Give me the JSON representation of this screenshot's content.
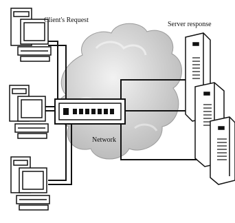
{
  "labels": {
    "client_request": "Client's Request",
    "server_response": "Server response",
    "network": "Network"
  },
  "colors": {
    "line": "#111111",
    "cloud_fill": "#cfcfcf",
    "cloud_highlight": "#ededed",
    "device_fill": "#ffffff",
    "background": "#ffffff"
  },
  "icons": {
    "client": "desktop-computer-icon",
    "server": "tower-server-icon",
    "hub": "network-hub-icon",
    "cloud": "network-cloud"
  }
}
